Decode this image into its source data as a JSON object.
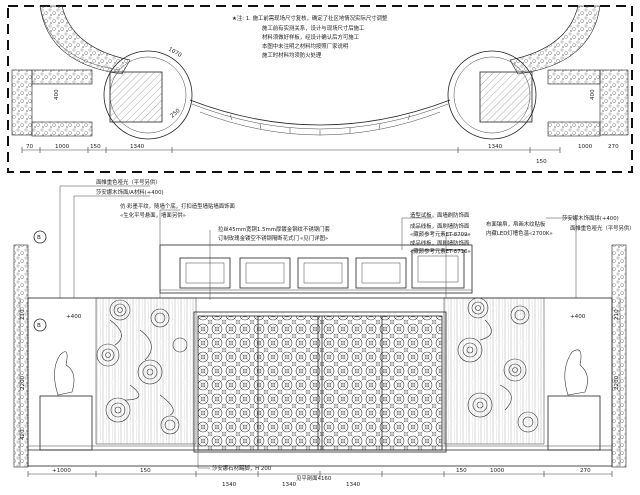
{
  "notes": [
    "★注: 1.  施工前需现场尺寸复核，确定了社区地情况实际尺寸调整",
    "施工前有实测关系，设计与现场尺寸后施工",
    "材料须做好样板，经设计确认后方可施工",
    "本图中未注明之材料均按照厂家说明",
    "施工时材料均须防火处理"
  ],
  "plan_dims": {
    "left_vert": "400",
    "right_vert": "400",
    "left_diag": "1070",
    "left_small": "250",
    "bottom": [
      "70",
      "1000",
      "150",
      "1340",
      "1340",
      "1000",
      "270"
    ],
    "bottom_extra": "150"
  },
  "labels": {
    "l1": "面帷重色哑光（平号另供）",
    "l2": "莎安娜木饰面/A材料(+400)",
    "l3": "仿·彩墨平纹，随墙个底，打扣造型墙贴墙面饰面",
    "l4": "«生化平号悬面，墙面另供»",
    "l5": "拉丝45mm宽铜1.5mm厚镀金钢纹不锈钢门套",
    "l6": "订制玫瑰金镂空不锈钢隔断花式门",
    "l6b": "«见门详图»",
    "r1": "造型试板，面墙刷防饰面",
    "r2": "成品线板，面刷墙防饰面",
    "r2b": "«藏颜参考元素ET-8709»",
    "r3": "成品线板，面刷墙防饰面",
    "r3b": "«藏颜参考元素ET-8716»",
    "r4": "布面镶帛，帛画木纹贴板",
    "r5": "内藏LED灯槽色温«2700K»",
    "r6": "莎安娜木饰面拼(+400)",
    "r7": "面帷重色哑光（平号另供）",
    "bottom_note": "莎安娜石材踢脚，H 200",
    "center_dim": "见平剖面4160",
    "marker_a": "B",
    "marker_b": "B"
  },
  "elev_dims": {
    "left_vert": [
      "210",
      "2200",
      "420"
    ],
    "right_vert": [
      "210",
      "2200"
    ],
    "left_small": "+400",
    "right_small": "+400",
    "bottom": [
      "+1000",
      "150",
      "1340",
      "1340",
      "1340",
      "150",
      "1000",
      "270"
    ]
  }
}
